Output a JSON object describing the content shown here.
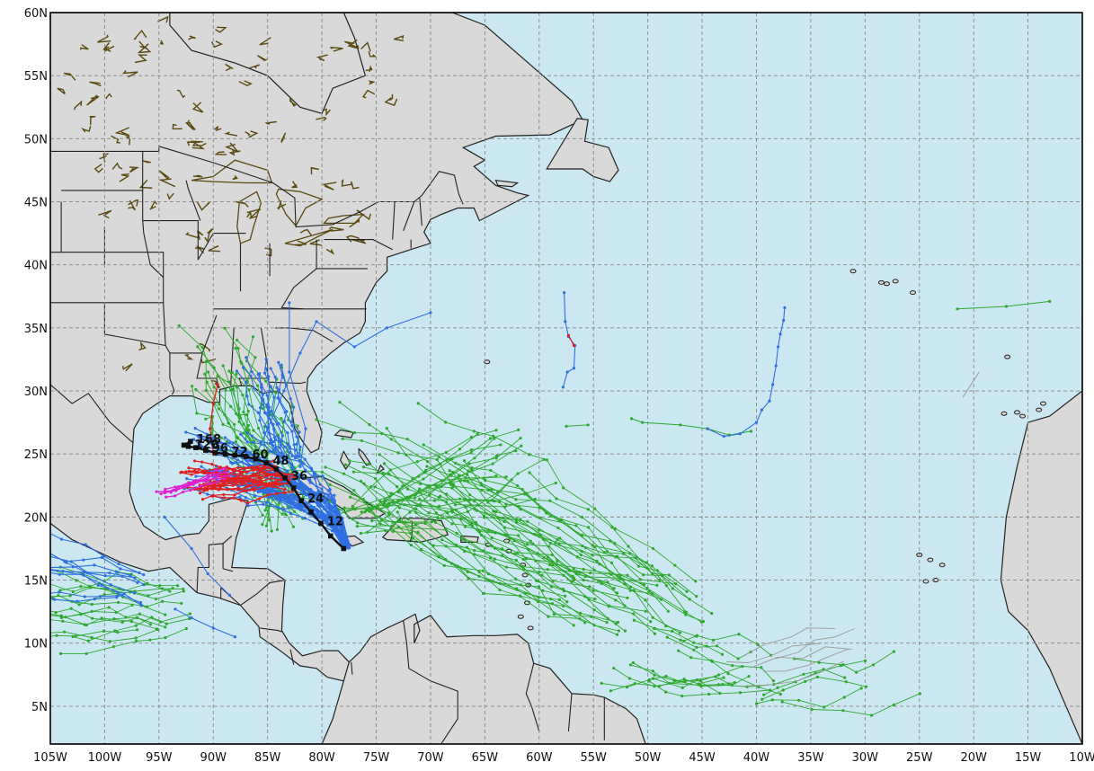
{
  "map": {
    "y_ticks": [
      {
        "value": 60,
        "label": "60N"
      },
      {
        "value": 55,
        "label": "55N"
      },
      {
        "value": 50,
        "label": "50N"
      },
      {
        "value": 45,
        "label": "45N"
      },
      {
        "value": 40,
        "label": "40N"
      },
      {
        "value": 35,
        "label": "35N"
      },
      {
        "value": 30,
        "label": "30N"
      },
      {
        "value": 25,
        "label": "25N"
      },
      {
        "value": 20,
        "label": "20N"
      },
      {
        "value": 15,
        "label": "15N"
      },
      {
        "value": 10,
        "label": "10N"
      },
      {
        "value": 5,
        "label": "5N"
      }
    ],
    "x_ticks": [
      {
        "value": -105,
        "label": "105W"
      },
      {
        "value": -100,
        "label": "100W"
      },
      {
        "value": -95,
        "label": "95W"
      },
      {
        "value": -90,
        "label": "90W"
      },
      {
        "value": -85,
        "label": "85W"
      },
      {
        "value": -80,
        "label": "80W"
      },
      {
        "value": -75,
        "label": "75W"
      },
      {
        "value": -70,
        "label": "70W"
      },
      {
        "value": -65,
        "label": "65W"
      },
      {
        "value": -60,
        "label": "60W"
      },
      {
        "value": -55,
        "label": "55W"
      },
      {
        "value": -50,
        "label": "50W"
      },
      {
        "value": -45,
        "label": "45W"
      },
      {
        "value": -40,
        "label": "40W"
      },
      {
        "value": -35,
        "label": "35W"
      },
      {
        "value": -30,
        "label": "30W"
      },
      {
        "value": -25,
        "label": "25W"
      },
      {
        "value": -20,
        "label": "20W"
      },
      {
        "value": -15,
        "label": "15W"
      },
      {
        "value": -10,
        "label": "10W"
      }
    ],
    "lon_range": [
      -105,
      -10
    ],
    "lat_range": [
      2,
      60
    ],
    "grid": "dashed",
    "colors": {
      "ocean": "#cbe8f2",
      "land": "#d9d9d9",
      "border": "#222222",
      "lakes": "#5a4a10",
      "green_tracks": "#2ea82e",
      "blue_tracks": "#2f6fe0",
      "red_tracks": "#e02020",
      "magenta_tracks": "#e020d0",
      "gray_tracks": "#9a9a9a",
      "consensus": "#111111"
    },
    "consensus_track": {
      "points": [
        {
          "lon": -78.0,
          "lat": 17.5
        },
        {
          "lon": -79.2,
          "lat": 18.5
        },
        {
          "lon": -80.1,
          "lat": 19.5,
          "label": "12"
        },
        {
          "lon": -81.0,
          "lat": 20.4
        },
        {
          "lon": -81.9,
          "lat": 21.3,
          "label": "24"
        },
        {
          "lon": -82.6,
          "lat": 22.3
        },
        {
          "lon": -83.4,
          "lat": 23.1,
          "label": "36"
        },
        {
          "lon": -84.2,
          "lat": 23.8
        },
        {
          "lon": -85.1,
          "lat": 24.3,
          "label": "48"
        },
        {
          "lon": -86.1,
          "lat": 24.6
        },
        {
          "lon": -87.0,
          "lat": 24.8,
          "label": "60"
        },
        {
          "lon": -88.0,
          "lat": 24.9
        },
        {
          "lon": -88.9,
          "lat": 25.0,
          "label": "72"
        },
        {
          "lon": -89.8,
          "lat": 25.1
        },
        {
          "lon": -90.7,
          "lat": 25.3,
          "label": "96"
        },
        {
          "lon": -91.6,
          "lat": 25.5
        },
        {
          "lon": -92.3,
          "lat": 25.6,
          "label": "120"
        },
        {
          "lon": -92.7,
          "lat": 25.7
        },
        {
          "lon": -92.1,
          "lat": 26.0,
          "label": "168"
        }
      ]
    }
  }
}
